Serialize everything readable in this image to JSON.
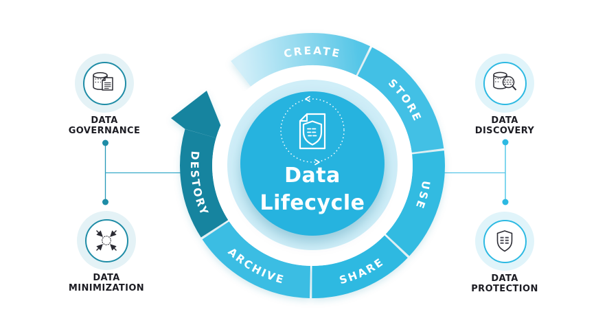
{
  "center": {
    "title_line1": "Data",
    "title_line2": "Lifecycle",
    "icon": "document-shield-refresh-icon",
    "circle_color": "#26b3df"
  },
  "ring": {
    "direction": "clockwise",
    "stages": [
      {
        "label": "CREATE",
        "color": "#8ed8ee"
      },
      {
        "label": "STORE",
        "color": "#43c0e5"
      },
      {
        "label": "USE",
        "color": "#31bbe1"
      },
      {
        "label": "SHARE",
        "color": "#2db9e1"
      },
      {
        "label": "ARCHIVE",
        "color": "#3abde3"
      },
      {
        "label": "DESTORY",
        "color": "#16849f",
        "arrow_to": "CREATE"
      }
    ]
  },
  "satellites": [
    {
      "position": "top-left",
      "line1": "DATA",
      "line2": "GOVERNANCE",
      "icon": "database-document-icon",
      "accent": "#1e8ca6"
    },
    {
      "position": "bottom-left",
      "line1": "DATA",
      "line2": "MINIMIZATION",
      "icon": "arrows-converge-icon",
      "accent": "#1e8ca6"
    },
    {
      "position": "top-right",
      "line1": "DATA",
      "line2": "DISCOVERY",
      "icon": "database-magnifier-icon",
      "accent": "#2cb9e2"
    },
    {
      "position": "bottom-right",
      "line1": "DATA",
      "line2": "PROTECTION",
      "icon": "shield-list-icon",
      "accent": "#2cb9e2"
    }
  ],
  "colors": {
    "background": "#ffffff",
    "pale_inner_ring": "#cfeef8",
    "white_ring": "#ffffff",
    "label_text": "#1c1c23",
    "center_text": "#ffffff",
    "connector_left": "#2497b6",
    "connector_right": "#3cc0e5"
  }
}
